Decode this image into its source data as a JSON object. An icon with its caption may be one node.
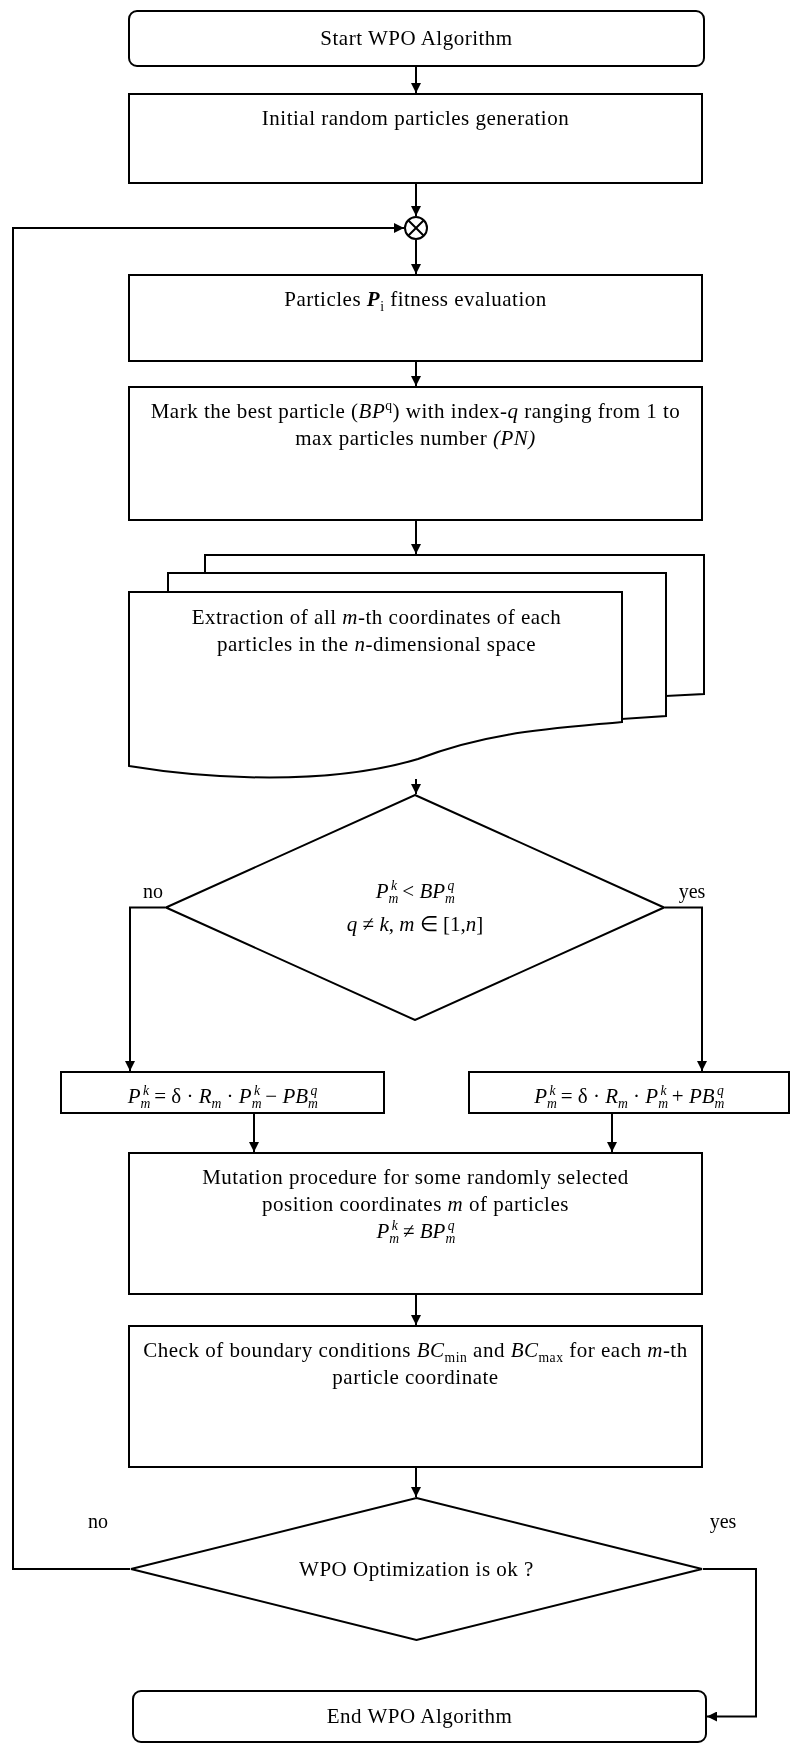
{
  "diagram": {
    "nodes": [
      {
        "text": [
          "Start WPO Algorithm"
        ]
      },
      {
        "text": [
          "Initial random particles generation"
        ]
      },
      {
        "text": [],
        "shape": "circle"
      },
      {
        "text": [
          "Particles **P**$_{i}$ fitness evaluation"
        ]
      },
      {
        "text": [
          "Mark the best particle (*BP*$^{q}$) with index-*q* ranging from 1 to max particles number *(PN)*"
        ]
      },
      {
        "text": [
          "Extraction of all *m*-th coordinates of each particles in the *n*-dimensional space"
        ]
      },
      {
        "text": [
          "*P*$_{m}$$^{k}$ < *BP*$_{m}$$^{q}$",
          "*q* ≠ *k*,   *m* ∈ [1,*n*]"
        ]
      },
      {
        "text": [
          "*P*$_{m}$$^{k}$ = δ · *R*$_{m}$ · *P*$_{m}$$^{k}$ − *PB*$_{m}$$^{q}$"
        ]
      },
      {
        "text": [
          "*P*$_{m}$$^{k}$ = δ · *R*$_{m}$ · *P*$_{m}$$^{k}$ + *PB*$_{m}$$^{q}$"
        ]
      },
      {
        "text": [
          "Mutation procedure for some randomly selected position coordinates *m* of particles",
          "*P*$_{m}$$^{k}$ ≠ *BP*$_{m}$$^{q}$"
        ]
      },
      {
        "text": [
          "Check of boundary conditions *BC*$_{min}$ and *BC*$_{max}$ for each *m*-th particle coordinate"
        ]
      },
      {
        "text": [
          "WPO Optimization is ok ?"
        ]
      },
      {
        "text": [
          "End WPO Algorithm"
        ]
      }
    ],
    "edges": [
      {
        "from": 0,
        "to": 1,
        "arrow": "to"
      },
      {
        "from": 1,
        "to": 2,
        "arrow": "to"
      },
      {
        "from": 2,
        "to": 3,
        "arrow": "to"
      },
      {
        "from": 3,
        "to": 4,
        "arrow": "to"
      },
      {
        "from": 4,
        "to": 5,
        "arrow": "to"
      },
      {
        "from": 5,
        "to": 6,
        "arrow": "to"
      },
      {
        "from": 6,
        "to": 7,
        "arrow": "to",
        "label": "no"
      },
      {
        "from": 6,
        "to": 8,
        "arrow": "to",
        "label": "yes"
      },
      {
        "from": 7,
        "to": 9,
        "arrow": "to"
      },
      {
        "from": 8,
        "to": 9,
        "arrow": "to"
      },
      {
        "from": 9,
        "to": 10,
        "arrow": "to"
      },
      {
        "from": 10,
        "to": 11,
        "arrow": "to"
      },
      {
        "from": 11,
        "to": 2,
        "arrow": "to",
        "label": "no"
      },
      {
        "from": 11,
        "to": 12,
        "arrow": "to",
        "label": "yes"
      }
    ]
  }
}
